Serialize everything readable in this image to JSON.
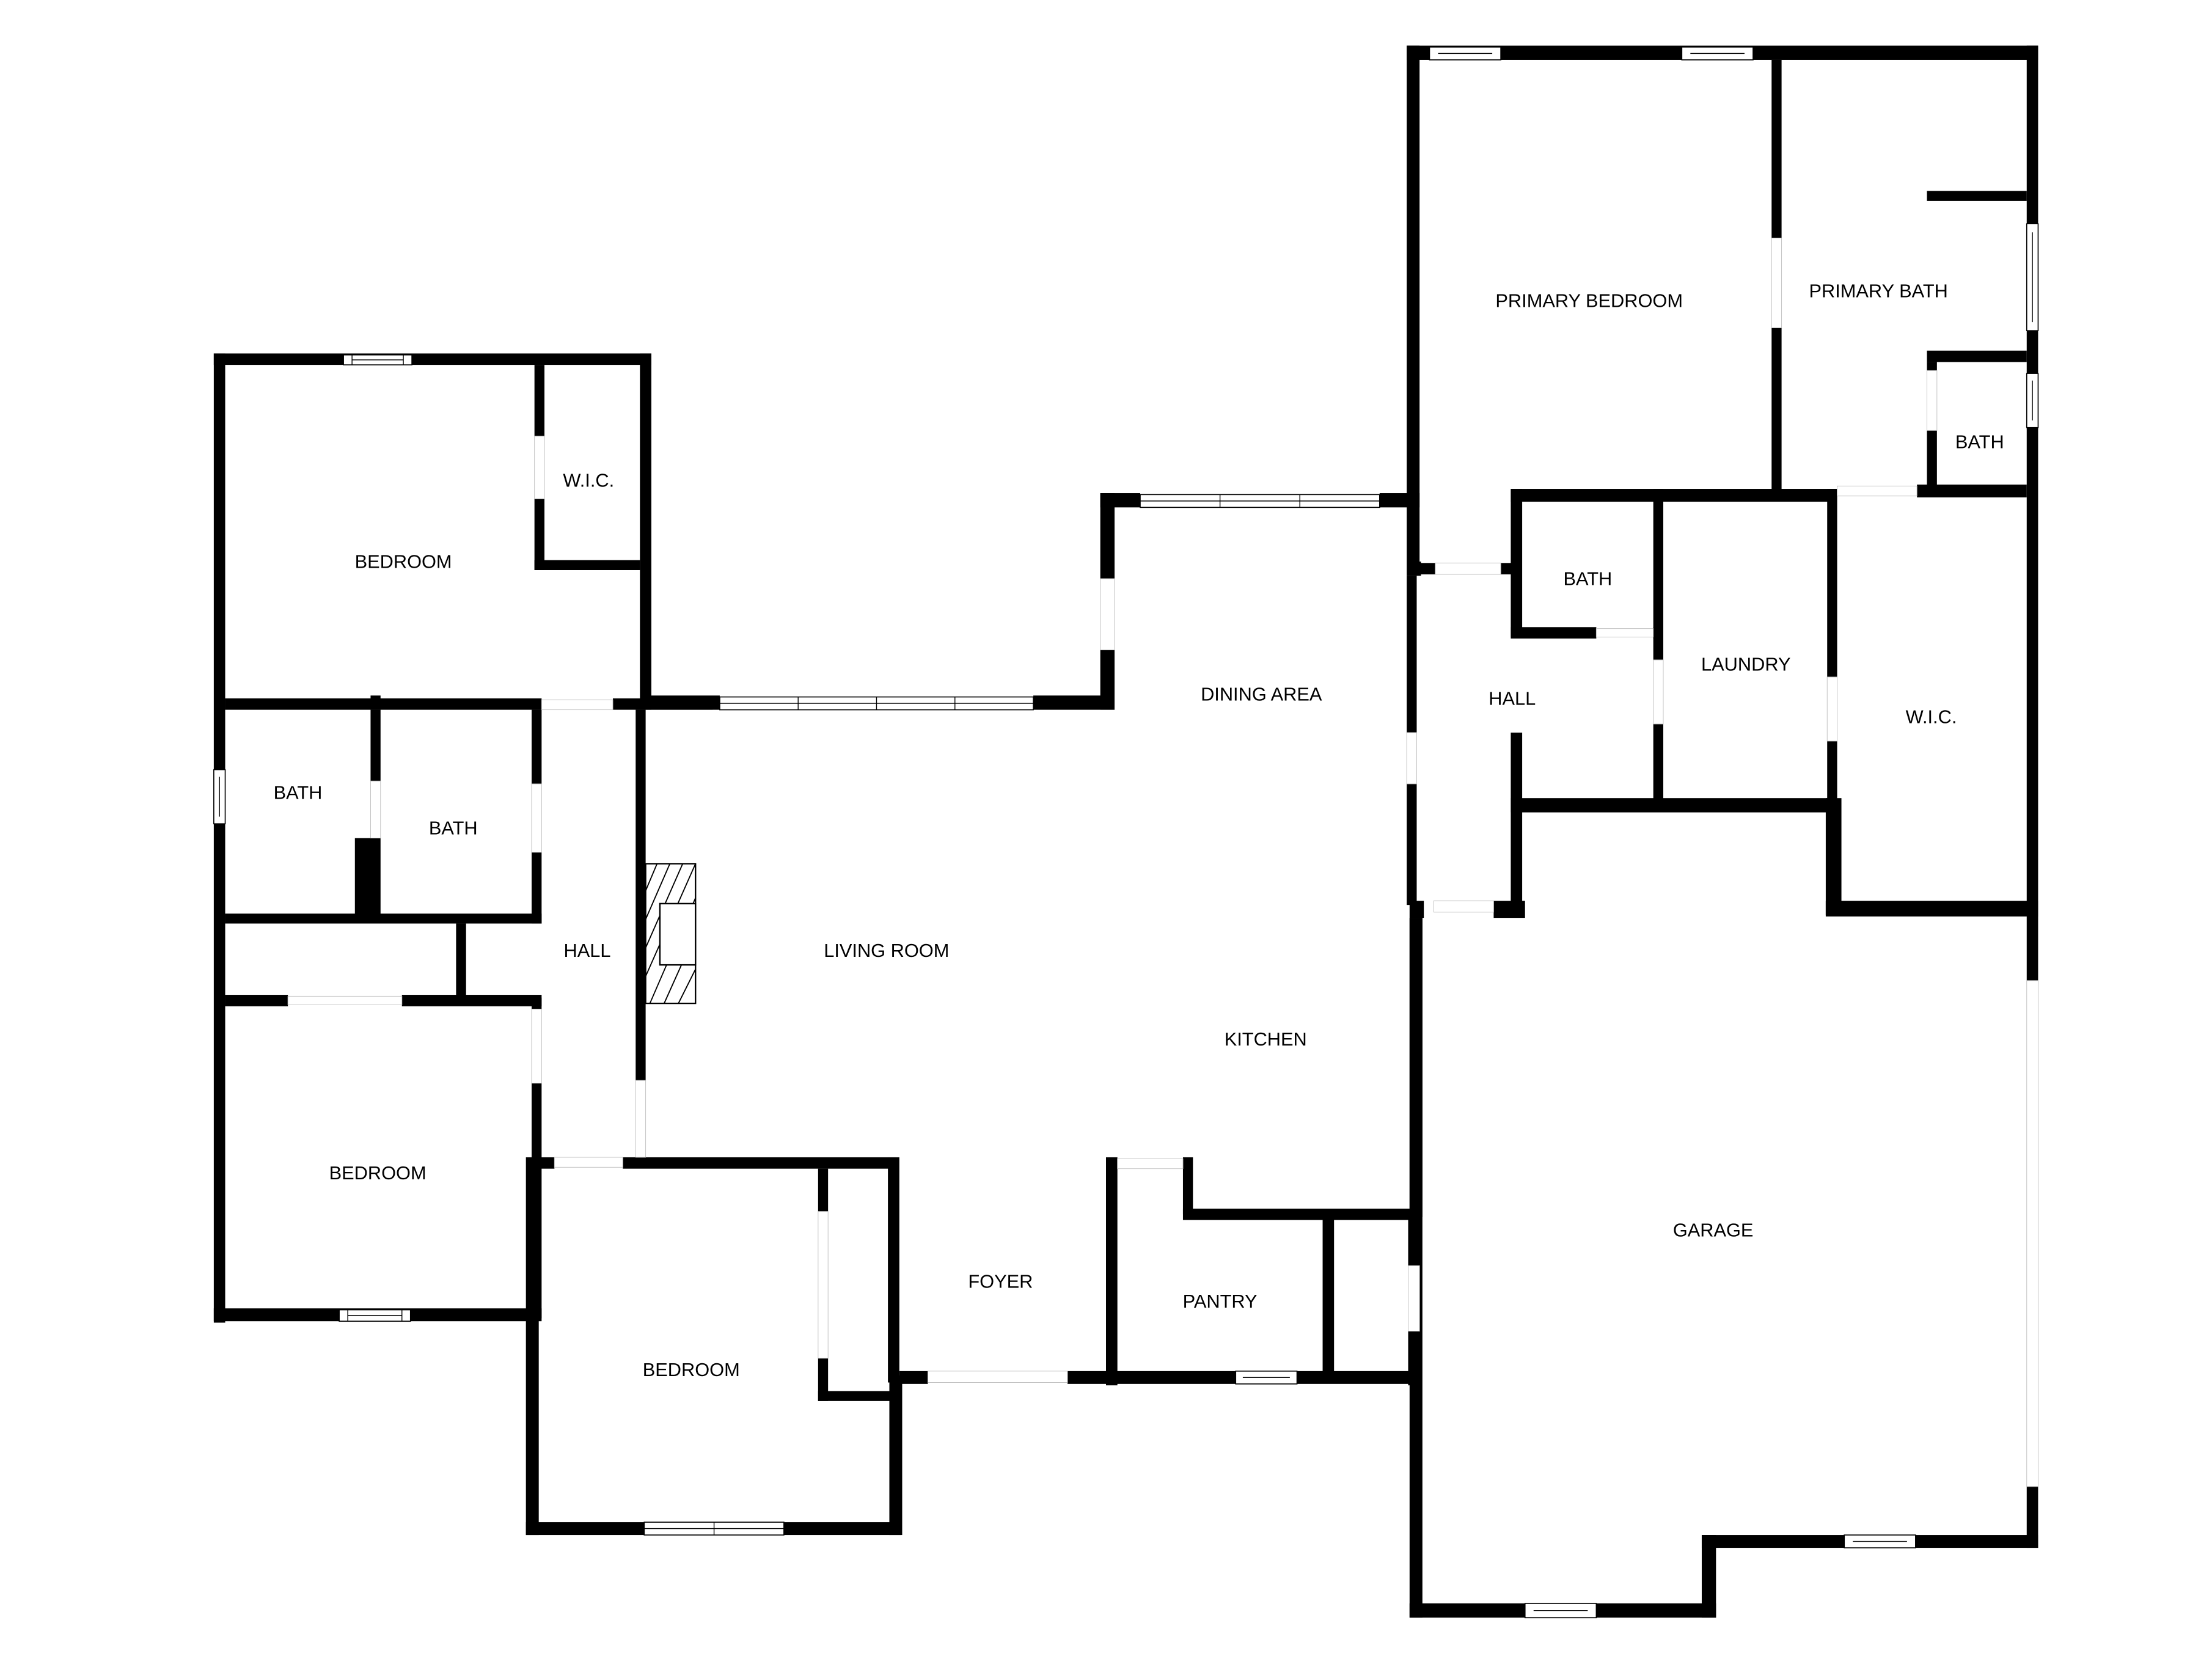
{
  "floor_plan": {
    "title": "",
    "rooms": [
      {
        "id": "bedroom_nw",
        "label": "BEDROOM"
      },
      {
        "id": "wic_nw",
        "label": "W.I.C."
      },
      {
        "id": "bath_w1",
        "label": "BATH"
      },
      {
        "id": "bath_w2",
        "label": "BATH"
      },
      {
        "id": "hall_w",
        "label": "HALL"
      },
      {
        "id": "bedroom_sw",
        "label": "BEDROOM"
      },
      {
        "id": "bedroom_s",
        "label": "BEDROOM"
      },
      {
        "id": "living_room",
        "label": "LIVING ROOM"
      },
      {
        "id": "dining_area",
        "label": "DINING AREA"
      },
      {
        "id": "kitchen",
        "label": "KITCHEN"
      },
      {
        "id": "foyer",
        "label": "FOYER"
      },
      {
        "id": "pantry",
        "label": "PANTRY"
      },
      {
        "id": "primary_bedroom",
        "label": "PRIMARY BEDROOM"
      },
      {
        "id": "primary_bath",
        "label": "PRIMARY BATH"
      },
      {
        "id": "bath_ne",
        "label": "BATH"
      },
      {
        "id": "bath_e",
        "label": "BATH"
      },
      {
        "id": "hall_e",
        "label": "HALL"
      },
      {
        "id": "laundry",
        "label": "LAUNDRY"
      },
      {
        "id": "wic_e",
        "label": "W.I.C."
      },
      {
        "id": "garage",
        "label": "GARAGE"
      }
    ],
    "colors": {
      "wall": "#000000",
      "background": "#ffffff"
    }
  }
}
